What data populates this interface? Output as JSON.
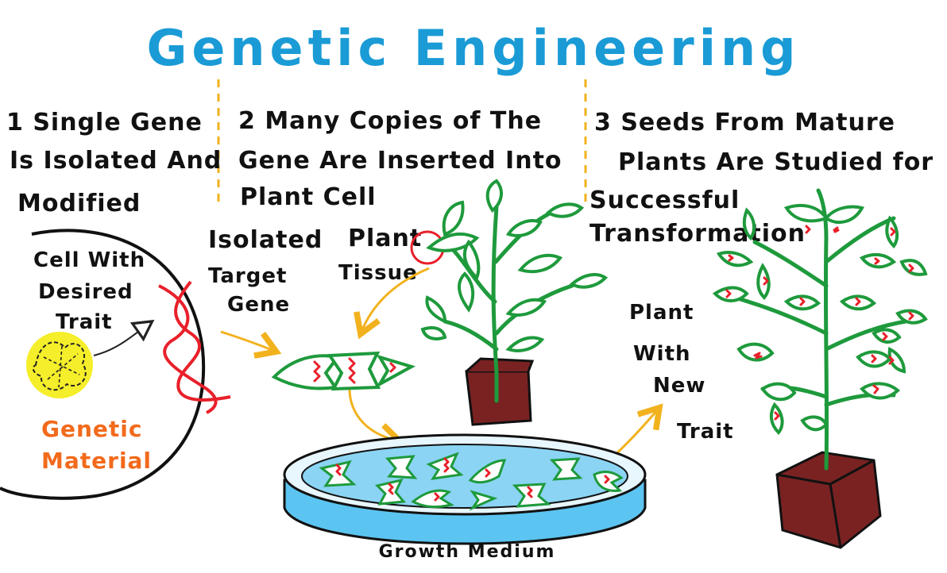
{
  "title": "Genetic Engineering",
  "steps": [
    {
      "lines": [
        "1 Single Gene",
        "Is Isolated And",
        "Modified"
      ]
    },
    {
      "lines": [
        "2 Many Copies of The",
        "Gene Are Inserted Into",
        "Plant Cell"
      ]
    },
    {
      "lines": [
        "3 Seeds From Mature",
        "Plants Are Studied for",
        "Successful",
        "Transformation"
      ]
    }
  ],
  "labels": {
    "cell_with_desired_trait": [
      "Cell With",
      "Desired",
      "Trait"
    ],
    "genetic_material": [
      "Genetic",
      "Material"
    ],
    "isolated_target_gene": [
      "Isolated",
      "Target",
      "Gene"
    ],
    "plant_tissue": [
      "Plant",
      "Tissue"
    ],
    "plant_with_new_trait": [
      "Plant",
      "With",
      "New",
      "Trait"
    ],
    "growth_medium": "Growth Medium"
  },
  "colors": {
    "title_blue": "#1a9bd6",
    "leaf_green": "#1e9a3c",
    "dna_red": "#e8202a",
    "arrow_orange": "#f2b21e",
    "genetic_orange": "#f26a1b",
    "nucleus_yellow": "#f5ee2a",
    "pot_brown": "#7a2222",
    "dish_blue": "#5cc4f0",
    "divider": "#f2b21e"
  }
}
